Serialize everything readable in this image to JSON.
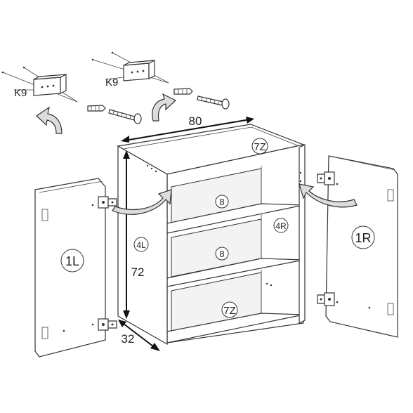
{
  "dimensions": {
    "width": "80",
    "height": "72",
    "depth": "32"
  },
  "parts": {
    "bracket_left": "K9",
    "bracket_right": "K9",
    "top": "7Z",
    "bottom": "7Z",
    "shelf_upper": "8",
    "shelf_lower": "8",
    "side_left": "4L",
    "side_right": "4R",
    "door_left": "1L",
    "door_right": "1R"
  },
  "icons": [
    "hanging-bracket-icon",
    "wall-plug-icon",
    "screw-icon",
    "curved-arrow-icon",
    "hinge-icon"
  ]
}
